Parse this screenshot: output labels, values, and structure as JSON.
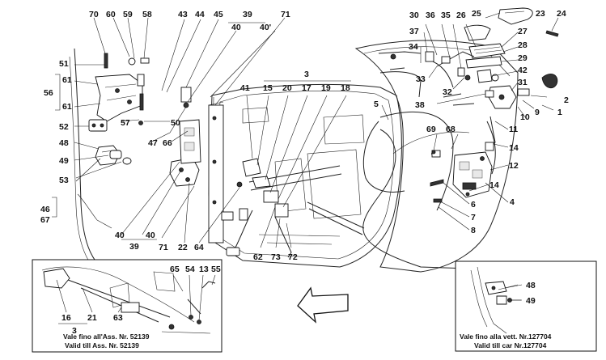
{
  "labels": [
    {
      "id": "70",
      "text": "70"
    },
    {
      "id": "60",
      "text": "60"
    },
    {
      "id": "59",
      "text": "59"
    },
    {
      "id": "58",
      "text": "58"
    },
    {
      "id": "43",
      "text": "43"
    },
    {
      "id": "44",
      "text": "44"
    },
    {
      "id": "45",
      "text": "45"
    },
    {
      "id": "39a",
      "text": "39"
    },
    {
      "id": "40a",
      "text": "40"
    },
    {
      "id": "40b",
      "text": "40'"
    },
    {
      "id": "71a",
      "text": "71"
    },
    {
      "id": "51",
      "text": "51"
    },
    {
      "id": "61a",
      "text": "61"
    },
    {
      "id": "56",
      "text": "56"
    },
    {
      "id": "61b",
      "text": "61"
    },
    {
      "id": "52",
      "text": "52"
    },
    {
      "id": "57",
      "text": "57"
    },
    {
      "id": "50",
      "text": "50"
    },
    {
      "id": "47",
      "text": "47"
    },
    {
      "id": "66",
      "text": "66"
    },
    {
      "id": "48a",
      "text": "48"
    },
    {
      "id": "49a",
      "text": "49"
    },
    {
      "id": "53",
      "text": "53"
    },
    {
      "id": "46",
      "text": "46"
    },
    {
      "id": "67",
      "text": "67"
    },
    {
      "id": "40c",
      "text": "40"
    },
    {
      "id": "40d",
      "text": "40"
    },
    {
      "id": "39b",
      "text": "39"
    },
    {
      "id": "71b",
      "text": "71"
    },
    {
      "id": "22",
      "text": "22"
    },
    {
      "id": "64",
      "text": "64"
    },
    {
      "id": "3a",
      "text": "3"
    },
    {
      "id": "41",
      "text": "41"
    },
    {
      "id": "15",
      "text": "15"
    },
    {
      "id": "20",
      "text": "20"
    },
    {
      "id": "17",
      "text": "17"
    },
    {
      "id": "19",
      "text": "19"
    },
    {
      "id": "18",
      "text": "18"
    },
    {
      "id": "62",
      "text": "62"
    },
    {
      "id": "73",
      "text": "73"
    },
    {
      "id": "72",
      "text": "72"
    },
    {
      "id": "5",
      "text": "5"
    },
    {
      "id": "30",
      "text": "30"
    },
    {
      "id": "36",
      "text": "36"
    },
    {
      "id": "35",
      "text": "35"
    },
    {
      "id": "26",
      "text": "26"
    },
    {
      "id": "25",
      "text": "25"
    },
    {
      "id": "23",
      "text": "23"
    },
    {
      "id": "24",
      "text": "24"
    },
    {
      "id": "37",
      "text": "37"
    },
    {
      "id": "27",
      "text": "27"
    },
    {
      "id": "28",
      "text": "28"
    },
    {
      "id": "34",
      "text": "34"
    },
    {
      "id": "29",
      "text": "29"
    },
    {
      "id": "42",
      "text": "42"
    },
    {
      "id": "31",
      "text": "31"
    },
    {
      "id": "33",
      "text": "33"
    },
    {
      "id": "32",
      "text": "32"
    },
    {
      "id": "38",
      "text": "38"
    },
    {
      "id": "2",
      "text": "2"
    },
    {
      "id": "1",
      "text": "1"
    },
    {
      "id": "9",
      "text": "9"
    },
    {
      "id": "10",
      "text": "10"
    },
    {
      "id": "69",
      "text": "69"
    },
    {
      "id": "68",
      "text": "68"
    },
    {
      "id": "11",
      "text": "11"
    },
    {
      "id": "14a",
      "text": "14"
    },
    {
      "id": "12",
      "text": "12"
    },
    {
      "id": "14b",
      "text": "14"
    },
    {
      "id": "4",
      "text": "4"
    },
    {
      "id": "6",
      "text": "6"
    },
    {
      "id": "7",
      "text": "7"
    },
    {
      "id": "8",
      "text": "8"
    },
    {
      "id": "65",
      "text": "65"
    },
    {
      "id": "54",
      "text": "54"
    },
    {
      "id": "13",
      "text": "13"
    },
    {
      "id": "55",
      "text": "55"
    },
    {
      "id": "16",
      "text": "16"
    },
    {
      "id": "21",
      "text": "21"
    },
    {
      "id": "63",
      "text": "63"
    },
    {
      "id": "3b",
      "text": "3"
    },
    {
      "id": "48b",
      "text": "48"
    },
    {
      "id": "49b",
      "text": "49"
    }
  ],
  "inset_left": {
    "caption_it": "Vale fino all'Ass. Nr. 52139",
    "caption_en": "Valid till Ass. Nr. 52139"
  },
  "inset_right": {
    "caption_it": "Vale fino alla vett. Nr.127704",
    "caption_en": "Valid till car  Nr.127704"
  }
}
